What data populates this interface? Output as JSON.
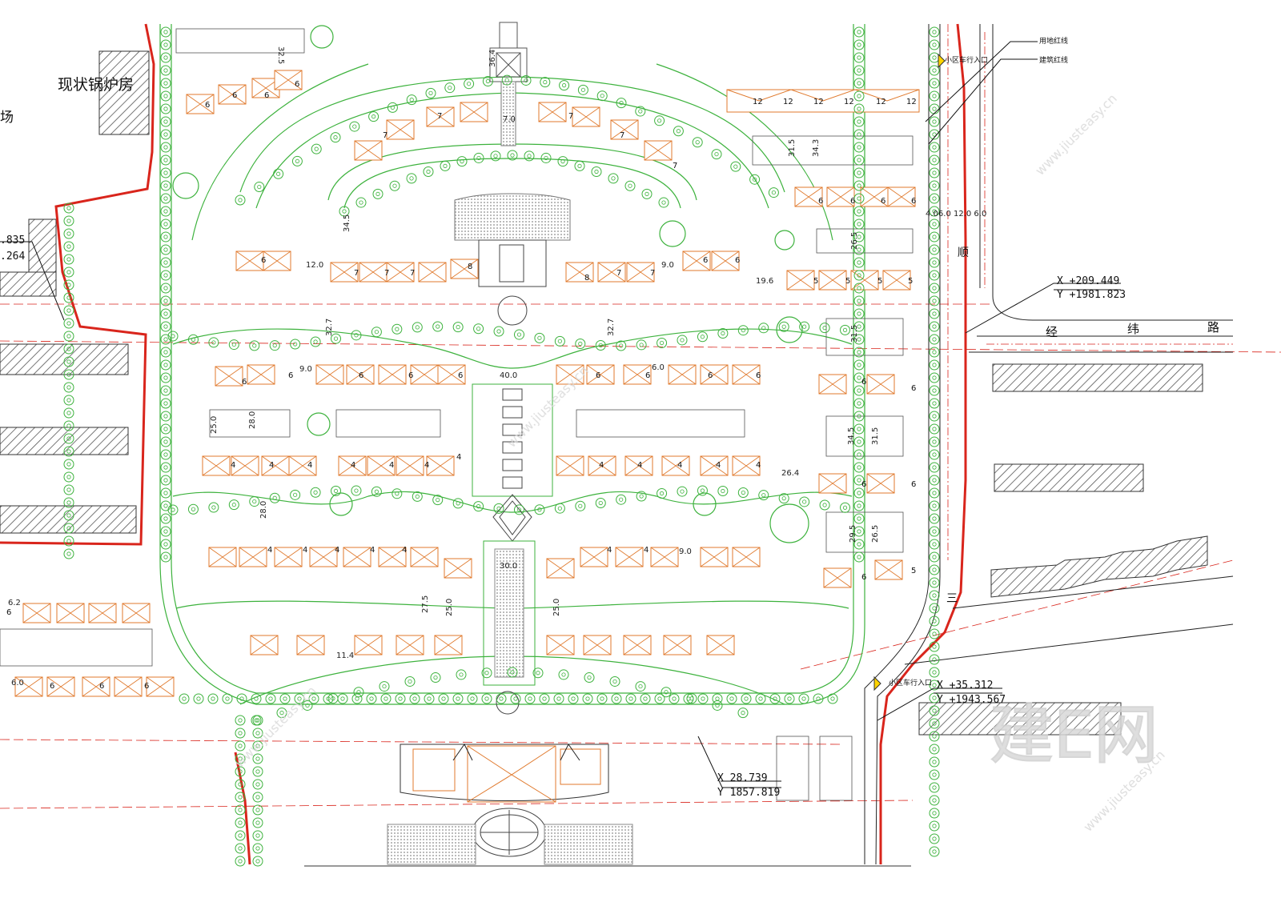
{
  "labels": {
    "boiler_room": "现状锅炉房",
    "field_fragment": "场",
    "land_red_line": "用地红线",
    "building_red_line": "建筑红线",
    "vehicle_entrance": "小区车行入口",
    "road_name_v": "顺",
    "road_name_h_1": "经",
    "road_name_h_2": "纬",
    "road_name_h_3": "路",
    "road_fragment": "三"
  },
  "coords": [
    {
      "x": "X  +209.449",
      "y": "Y  +1981.823"
    },
    {
      "x": "X  +35.312",
      "y": "Y +1943.567"
    },
    {
      "x": "X  28.739",
      "y": "Y  1857.819"
    },
    {
      "x": ".835",
      "y": ".264"
    }
  ],
  "dimensions": {
    "d1": "36.4",
    "d2": "7.0",
    "d3": "34.5",
    "d4": "12.0",
    "d5": "9.0",
    "d6": "32.7",
    "d7": "32.7",
    "d8": "9.0",
    "d9": "6.0",
    "d10": "40.0",
    "d11": "25.0",
    "d12": "28.0",
    "d13": "28.0",
    "d14": "30.0",
    "d15": "27.5",
    "d16": "25.0",
    "d17": "25.0",
    "d18": "11.4",
    "d19": "9.0",
    "d20": "26.4",
    "d21": "19.6",
    "d22": "31.5",
    "d23": "34.3",
    "d24": "26.5",
    "d25": "31.5",
    "d26": "34.5",
    "d27": "31.5",
    "d28": "29.5",
    "d29": "26.5",
    "d30": "32.5",
    "d31": "6.2",
    "d32": "6.0",
    "road_w": "4.06.0   12.0   6.0"
  },
  "floors": {
    "f6": "6",
    "f7": "7",
    "f8": "8",
    "f4": "4",
    "f5": "5",
    "f12": "12"
  },
  "watermark": {
    "text": "建E网",
    "url": "www.jiusteasy.cn"
  },
  "colors": {
    "red_line": "#d9251c",
    "green": "#3db23d",
    "building": "#e07a2e",
    "hatch": "#555555"
  }
}
